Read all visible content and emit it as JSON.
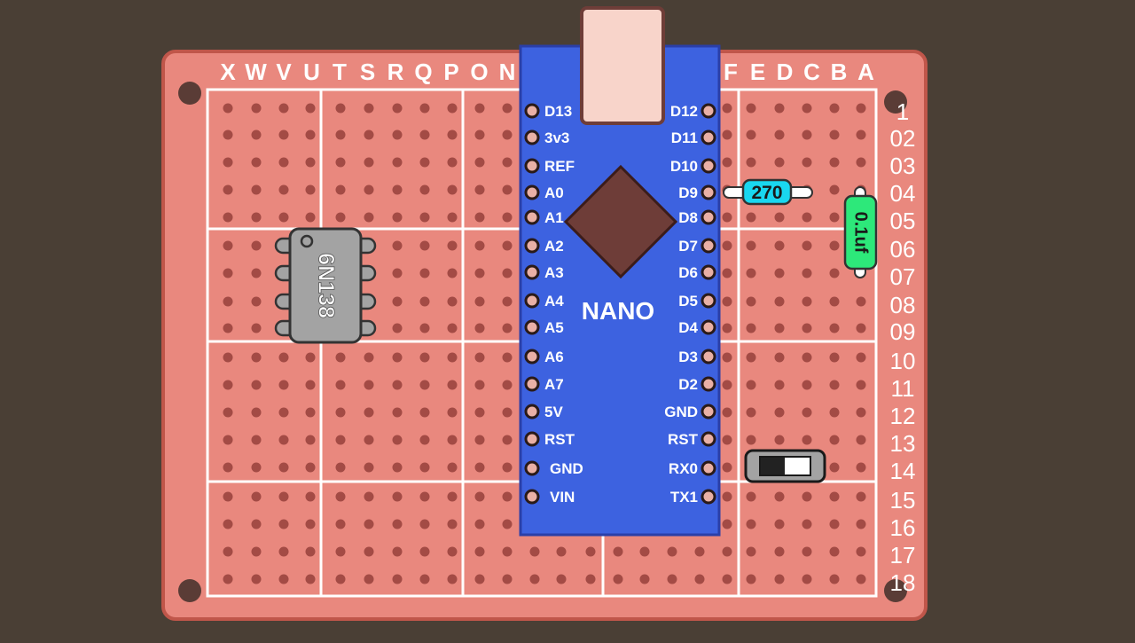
{
  "board": {
    "col_letters_left": [
      "X",
      "W",
      "V",
      "U",
      "T",
      "S",
      "R",
      "Q",
      "P",
      "O",
      "N"
    ],
    "col_letters_right": [
      "F",
      "E",
      "D",
      "C",
      "B",
      "A"
    ],
    "row_numbers": [
      "1",
      "02",
      "03",
      "04",
      "05",
      "06",
      "07",
      "08",
      "09",
      "10",
      "11",
      "12",
      "13",
      "14",
      "15",
      "16",
      "17",
      "18"
    ]
  },
  "nano": {
    "label": "NANO",
    "left_pins": [
      "D13",
      "3v3",
      "REF",
      "A0",
      "A1",
      "A2",
      "A3",
      "A4",
      "A5",
      "A6",
      "A7",
      "5V",
      "RST",
      "GND",
      "VIN"
    ],
    "right_pins": [
      "D12",
      "D11",
      "D10",
      "D9",
      "D8",
      "D7",
      "D6",
      "D5",
      "D4",
      "D3",
      "D2",
      "GND",
      "RST",
      "RX0",
      "TX1"
    ]
  },
  "ic": {
    "label": "6N138"
  },
  "resistor": {
    "label": "270"
  },
  "capacitor": {
    "label": "0.1uf"
  },
  "switch": {
    "state": "off"
  },
  "colors": {
    "background": "#4a3f35",
    "board": "#e9887e",
    "nano": "#3d62e0",
    "resistor": "#19d7f0",
    "capacitor": "#2de87a",
    "chip": "#a3a3a3"
  }
}
